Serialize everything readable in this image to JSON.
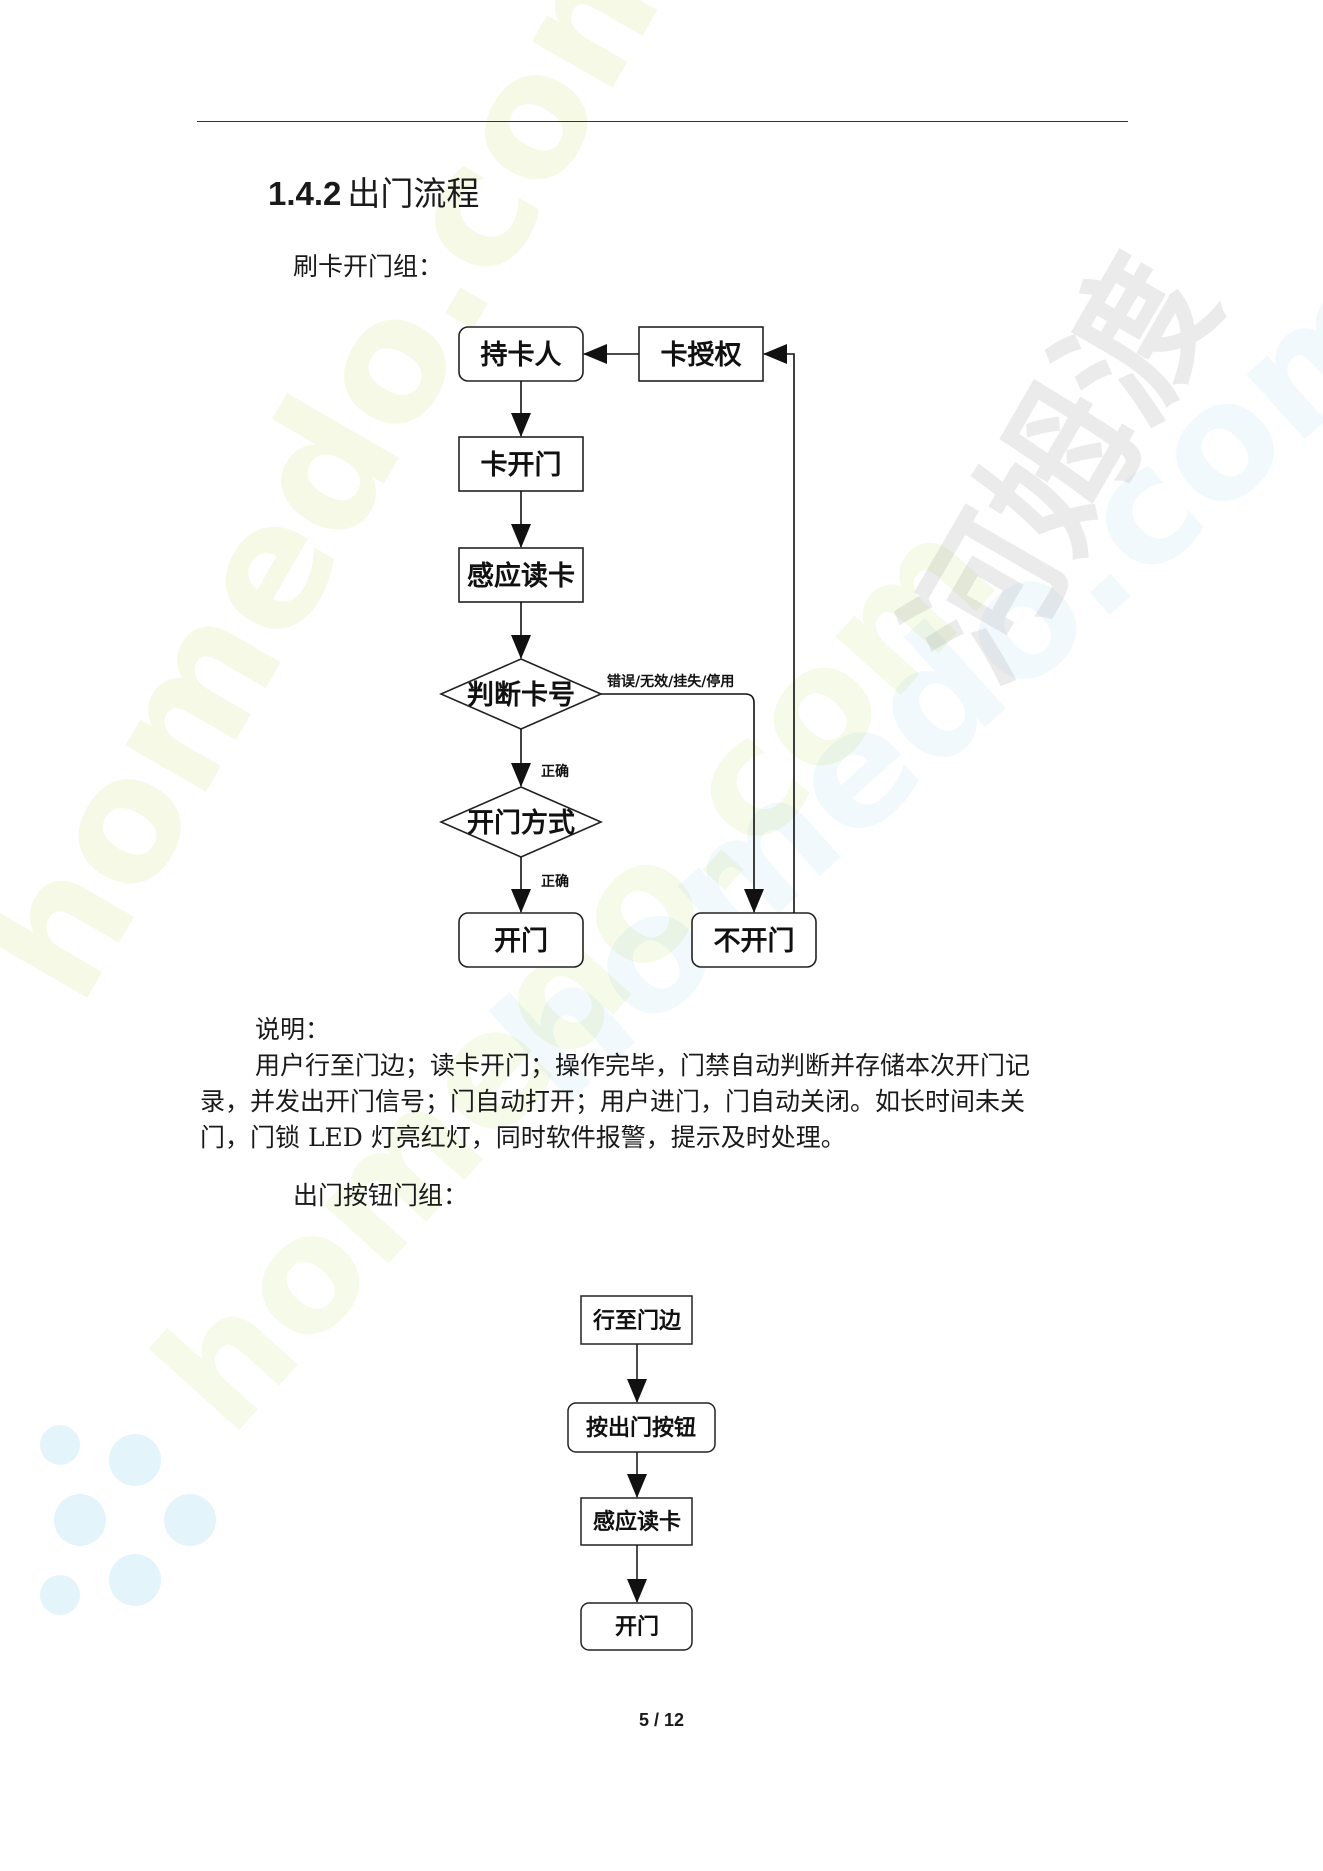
{
  "section": {
    "number": "1.4.2",
    "title": "出门流程"
  },
  "card_group": {
    "label": "刷卡开门组：",
    "nodes": {
      "holder": "持卡人",
      "authorize": "卡授权",
      "card_open": "卡开门",
      "read_card": "感应读卡",
      "judge_card": "判断卡号",
      "open_mode": "开门方式",
      "open": "开门",
      "no_open": "不开门"
    },
    "edge_labels": {
      "error": "错误/无效/挂失/停用",
      "correct_1": "正确",
      "correct_2": "正确"
    }
  },
  "description": {
    "label": "说明：",
    "lines": [
      "用户行至门边；读卡开门；操作完毕，门禁自动判断并存储本次开门记",
      "录，并发出开门信号；门自动打开；用户进门，门自动关闭。如长时间未关",
      "门，门锁 LED 灯亮红灯，同时软件报警，提示及时处理。"
    ]
  },
  "button_group": {
    "label": "出门按钮门组：",
    "nodes": {
      "walk": "行至门边",
      "press": "按出门按钮",
      "read_card": "感应读卡",
      "open": "开门"
    }
  },
  "page": {
    "number": "5 / 12"
  },
  "watermark": {
    "text": "homedo.com",
    "brand": "河姆渡"
  }
}
